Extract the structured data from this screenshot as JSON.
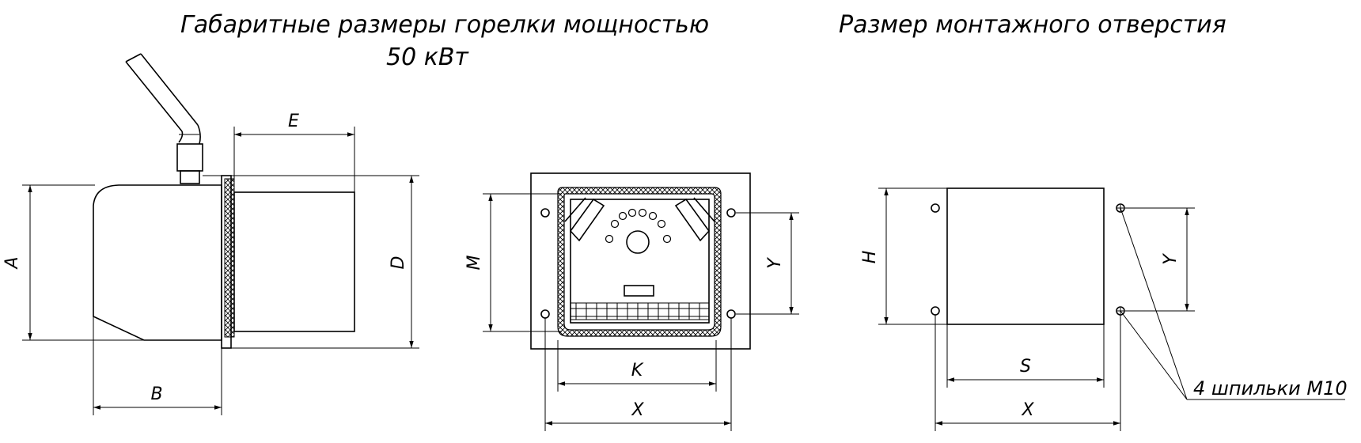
{
  "titles": {
    "burner_line1": "Габаритные размеры горелки мощностью",
    "burner_line2": "50 кВт",
    "mount": "Размер монтажного отверстия"
  },
  "dimensions": {
    "side": {
      "A": "A",
      "B": "B",
      "D": "D",
      "E": "E"
    },
    "front": {
      "M": "M",
      "Y": "Y",
      "K": "K",
      "X": "X"
    },
    "mount": {
      "H": "H",
      "Y": "Y",
      "S": "S",
      "X": "X"
    }
  },
  "callout": "4 шпильки М10"
}
